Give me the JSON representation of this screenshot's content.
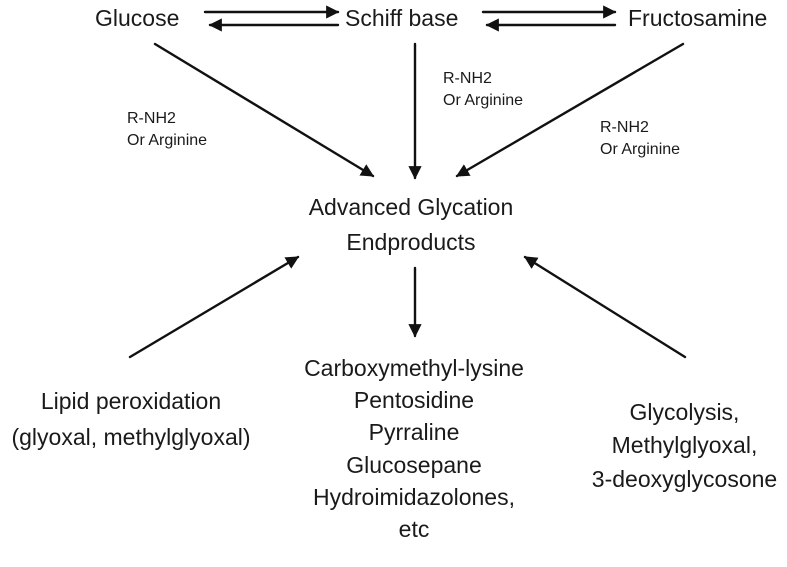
{
  "diagram": {
    "top_nodes": {
      "glucose": "Glucose",
      "schiff_base": "Schiff base",
      "fructosamine": "Fructosamine"
    },
    "reagent_labels": {
      "left": [
        "R-NH2",
        "Or Arginine"
      ],
      "middle": [
        "R-NH2",
        "Or Arginine"
      ],
      "right": [
        "R-NH2",
        "Or Arginine"
      ]
    },
    "center_node": [
      "Advanced Glycation",
      "Endproducts"
    ],
    "sources": {
      "lipid": [
        "Lipid peroxidation",
        "(glyoxal, methylglyoxal)"
      ],
      "glycolysis": [
        "Glycolysis,",
        "Methylglyoxal,",
        "3-deoxyglycosone"
      ]
    },
    "products": [
      "Carboxymethyl-lysine",
      "Pentosidine",
      "Pyrraline",
      "Glucosepane",
      "Hydroimidazolones,",
      "etc"
    ],
    "arrow_color": "#111111"
  }
}
